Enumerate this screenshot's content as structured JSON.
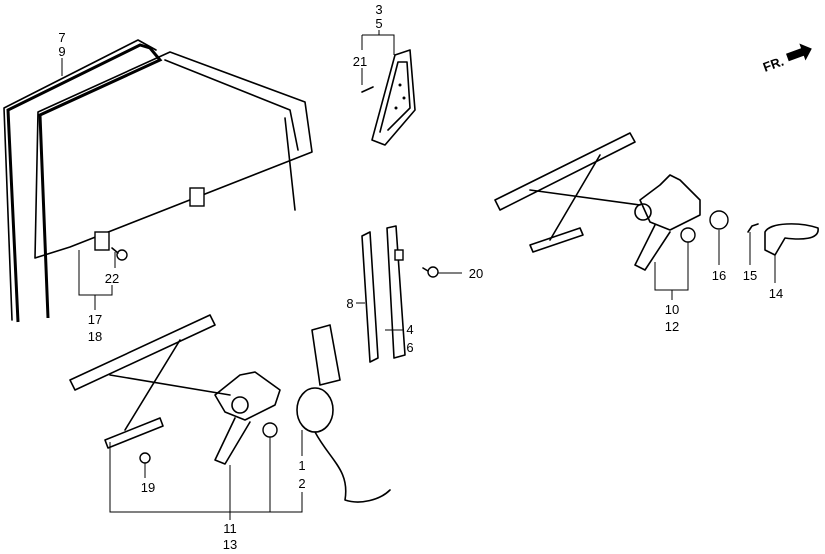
{
  "diagram": {
    "direction_marker": "FR.",
    "callouts": {
      "c7": "7",
      "c9": "9",
      "c3": "3",
      "c5": "5",
      "c21": "21",
      "c22": "22",
      "c17": "17",
      "c18": "18",
      "c20": "20",
      "c8": "8",
      "c4": "4",
      "c6": "6",
      "c10": "10",
      "c12": "12",
      "c16": "16",
      "c15": "15",
      "c14": "14",
      "c1": "1",
      "c2": "2",
      "c19": "19",
      "c11": "11",
      "c13": "13"
    }
  }
}
